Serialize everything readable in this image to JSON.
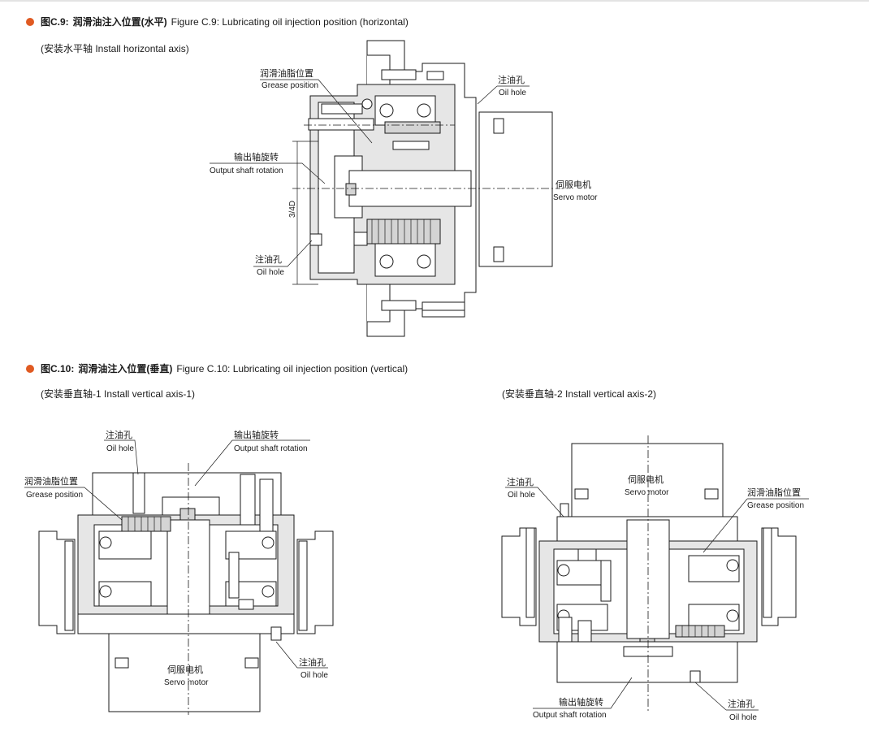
{
  "figure_c9": {
    "number": "图C.9:",
    "title_zh": "润滑油注入位置(水平)",
    "title_en": "Figure C.9: Lubricating oil injection position (horizontal)",
    "subtitle": "(安装水平轴 Install horizontal axis)",
    "labels": {
      "grease_zh": "润滑油脂位置",
      "grease_en": "Grease position",
      "oil_hole_top_zh": "注油孔",
      "oil_hole_top_en": "Oil hole",
      "output_zh": "输出轴旋转",
      "output_en": "Output shaft rotation",
      "servo_zh": "伺服电机",
      "servo_en": "Servo motor",
      "oil_hole_bottom_zh": "注油孔",
      "oil_hole_bottom_en": "Oil hole",
      "dim": "3/4D"
    }
  },
  "figure_c10": {
    "number": "图C.10:",
    "title_zh": "润滑油注入位置(垂直)",
    "title_en": "Figure C.10: Lubricating oil injection position (vertical)",
    "subtitle_left": "(安装垂直轴-1 Install vertical axis-1)",
    "subtitle_right": "(安装垂直轴-2 Install vertical axis-2)",
    "left_labels": {
      "oil_hole_top_zh": "注油孔",
      "oil_hole_top_en": "Oil hole",
      "output_zh": "输出轴旋转",
      "output_en": "Output shaft rotation",
      "grease_zh": "润滑油脂位置",
      "grease_en": "Grease position",
      "servo_zh": "伺服电机",
      "servo_en": "Servo motor",
      "oil_hole_bottom_zh": "注油孔",
      "oil_hole_bottom_en": "Oil hole"
    },
    "right_labels": {
      "oil_hole_top_zh": "注油孔",
      "oil_hole_top_en": "Oil hole",
      "servo_zh": "伺服电机",
      "servo_en": "Servo motor",
      "grease_zh": "润滑油脂位置",
      "grease_en": "Grease position",
      "output_zh": "输出轴旋转",
      "output_en": "Output shaft rotation",
      "oil_hole_bottom_zh": "注油孔",
      "oil_hole_bottom_en": "Oil hole"
    }
  },
  "colors": {
    "bullet": "#e05a22",
    "line": "#1a1a1a",
    "shade": "#e6e6e6"
  }
}
